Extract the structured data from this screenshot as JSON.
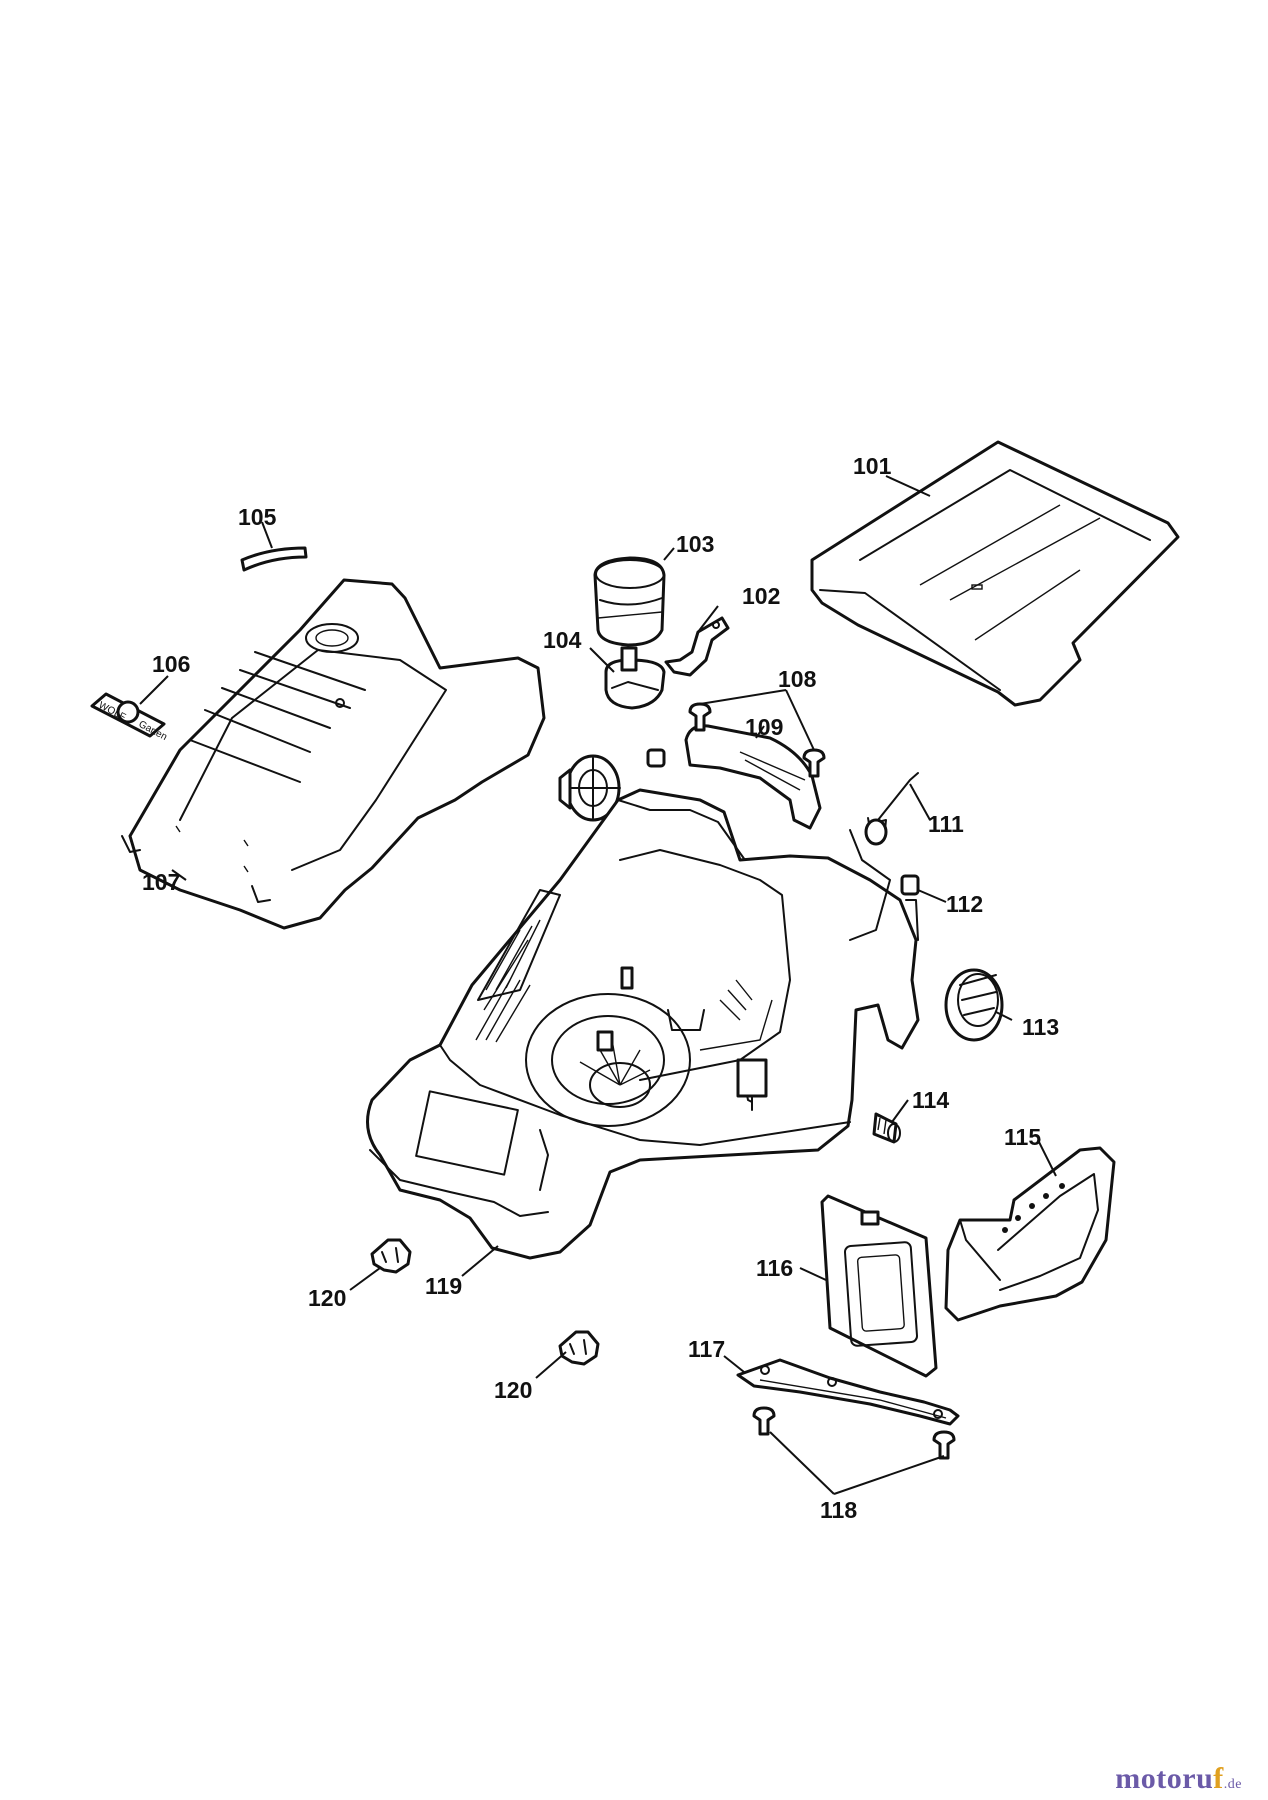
{
  "labels": [
    {
      "id": "p101",
      "text": "101"
    },
    {
      "id": "p102",
      "text": "102"
    },
    {
      "id": "p103",
      "text": "103"
    },
    {
      "id": "p104",
      "text": "104"
    },
    {
      "id": "p105",
      "text": "105"
    },
    {
      "id": "p106",
      "text": "106"
    },
    {
      "id": "p107",
      "text": "107"
    },
    {
      "id": "p108",
      "text": "108"
    },
    {
      "id": "p109",
      "text": "109"
    },
    {
      "id": "p111",
      "text": "111"
    },
    {
      "id": "p112",
      "text": "112"
    },
    {
      "id": "p113",
      "text": "113"
    },
    {
      "id": "p114",
      "text": "114"
    },
    {
      "id": "p115",
      "text": "115"
    },
    {
      "id": "p116",
      "text": "116"
    },
    {
      "id": "p117",
      "text": "117"
    },
    {
      "id": "p118",
      "text": "118"
    },
    {
      "id": "p119",
      "text": "119"
    },
    {
      "id": "p120a",
      "text": "120"
    },
    {
      "id": "p120b",
      "text": "120"
    }
  ],
  "badge": {
    "brand_a": "WOLF",
    "brand_b": "Garten"
  },
  "watermark": {
    "name_a": "motoru",
    "name_b": "f",
    "tld": ".de"
  },
  "colors": {
    "line": "#111111",
    "watermark": "#6b5aa8",
    "watermark_accent": "#e0a020"
  }
}
